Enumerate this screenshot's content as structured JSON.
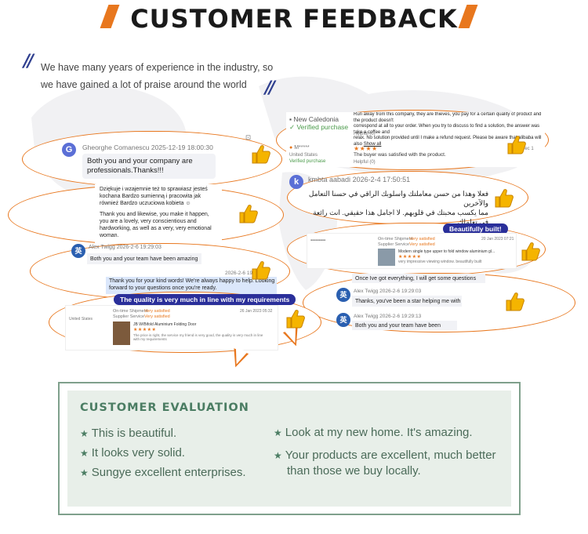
{
  "header": {
    "title": "CUSTOMER FEEDBACK"
  },
  "intro": {
    "line1": "We have many years of experience in the industry, so",
    "line2": "we have gained a lot of praise around the world"
  },
  "reviews": {
    "r1": {
      "name": "Gheorghe Comanescu",
      "date": "2025-12-19 18:00:30",
      "avatar": "G",
      "line1": "Both you and your company are",
      "line2": "professionals.Thanks!!!"
    },
    "r2": {
      "line1": "Dziękuje i wzajemnie też to sprawiasz jesteś",
      "line2": "kochana Bardzo sumienną i pracowita jak",
      "line3": "również Bardzo uczuciowa kobieta",
      "line4": "Thank you and likewise, you make it happen,",
      "line5": "you are a lovely, very conscientious and",
      "line6": "hardworking, as well as a very, very emotional",
      "line7": "woman."
    },
    "r3": {
      "name": "Alex Twigg",
      "date": "2026-2-6 19:29:03",
      "msg1": "Both you and your team have been amazing",
      "date2": "2026-2-6 19:29:03",
      "reply1": "Thank you for your kind words! We're always happy to help. Looking",
      "reply2": "forward to your questions once you're ready."
    },
    "r4": {
      "chip": "The quality is very much in line with my requirements",
      "country": "United States",
      "shipment": "On-time Shipment",
      "service": "Supplier Service",
      "sat1": "Very satisfied",
      "sat2": "Very satisfied",
      "product": "JB W/Bifold Aluminium Folding Door",
      "comment1": "The price is right, the service my friend is very good, the quality is very much in line",
      "comment2": "with my requirements",
      "date": "26 Jan 2023 05:32"
    },
    "r5": {
      "country1": "New Caledonia",
      "verified1": "Verified purchase",
      "text1": "Run away from this company, they are thieves, you pay for a certain quality of product and the product doesn't",
      "text2": "correspond at all to your order. When you try to discuss to find a solution, the answer was take a coffee and",
      "text3": "relax. No solution provided until I make a refund request. Please be aware that alibaba will also",
      "show_all": "Show all",
      "helpful1": "Helpful (0)",
      "buyer2": "M*****",
      "country2": "United States",
      "verified2": "Verified purchase",
      "text4": "The buyer was satisfied with the product.",
      "helpful2": "Helpful (0)",
      "date2": "Dec 1"
    },
    "r6": {
      "name": "kmbta aabadi",
      "date": "2026-2-4 17:50:51",
      "avatar": "k",
      "line1": "فعلا وهذا من حسن معاملتك واسلوبك الراقي في حسنا التعامل والآخرين",
      "line2": "مما يكسب محبتك في قلوبهم. لا اجامل هذا حقيقي. انت رائعة في تعاملك."
    },
    "r7": {
      "chip": "Beautifully built!",
      "shipment": "On-time Shipment",
      "service": "Supplier Service",
      "sat1": "Very satisfied",
      "sat2": "Very satisfied",
      "product": "Modern single type upper to fold window aluminium gl...",
      "comment": "very impressive viewing window. beautifully built",
      "date": "20 Jan 2023 07:21"
    },
    "r8": {
      "msg0": "Once Ive got everything, I will get some questions together",
      "name": "Alex Twigg",
      "date": "2026-2-6 19:29:03",
      "msg1": "Thanks, you've been a star helping me with this",
      "date2": "2026-2-6 19:29:13",
      "msg2": "Both you and your team have been amazing"
    }
  },
  "evaluation": {
    "title": "CUSTOMER EVALUATION",
    "items_left": [
      "This is beautiful.",
      "It looks very solid.",
      "Sungye excellent enterprises."
    ],
    "items_right": [
      "Look at my new home. It's amazing.",
      "Your products are excellent, much better",
      "than those we buy locally."
    ]
  },
  "colors": {
    "accent": "#e8771e",
    "navy": "#2a2f9a",
    "green": "#4b7d63"
  }
}
